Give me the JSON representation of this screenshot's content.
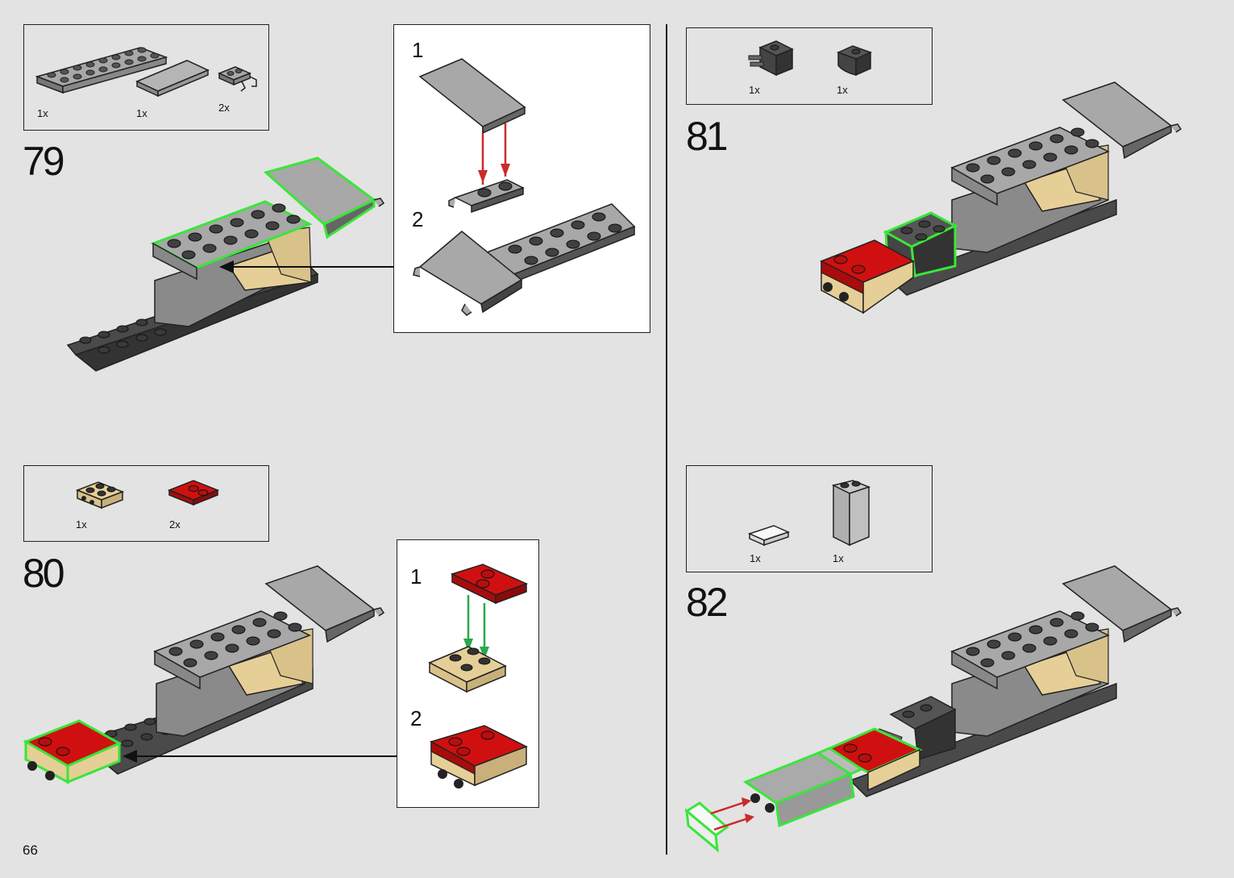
{
  "page_number": "66",
  "steps": [
    {
      "number": "79",
      "parts": [
        {
          "icon": "gray-plate-2x8-icon",
          "qty": "1x"
        },
        {
          "icon": "gray-tile-2x4-icon",
          "qty": "1x"
        },
        {
          "icon": "gray-clip-plate-icon",
          "qty": "2x"
        }
      ],
      "substeps": [
        "1",
        "2"
      ]
    },
    {
      "number": "80",
      "parts": [
        {
          "icon": "tan-bracket-plate-icon",
          "qty": "1x"
        },
        {
          "icon": "red-plate-2x2-icon",
          "qty": "2x"
        }
      ],
      "substeps": [
        "1",
        "2"
      ]
    },
    {
      "number": "81",
      "parts": [
        {
          "icon": "dark-gray-brick-with-bars-icon",
          "qty": "1x"
        },
        {
          "icon": "dark-gray-curved-brick-icon",
          "qty": "1x"
        }
      ]
    },
    {
      "number": "82",
      "parts": [
        {
          "icon": "white-tile-1x2-icon",
          "qty": "1x"
        },
        {
          "icon": "light-gray-panel-icon",
          "qty": "1x"
        }
      ]
    }
  ],
  "colors": {
    "background": "#e3e3e3",
    "highlight": "#39e639",
    "arrow_red": "#cc2a2a",
    "arrow_green": "#2aa84a",
    "brick_red": "#d01010",
    "brick_tan": "#e6cf97",
    "brick_dark": "#4a4a4a",
    "brick_gray": "#a8a8a8"
  }
}
